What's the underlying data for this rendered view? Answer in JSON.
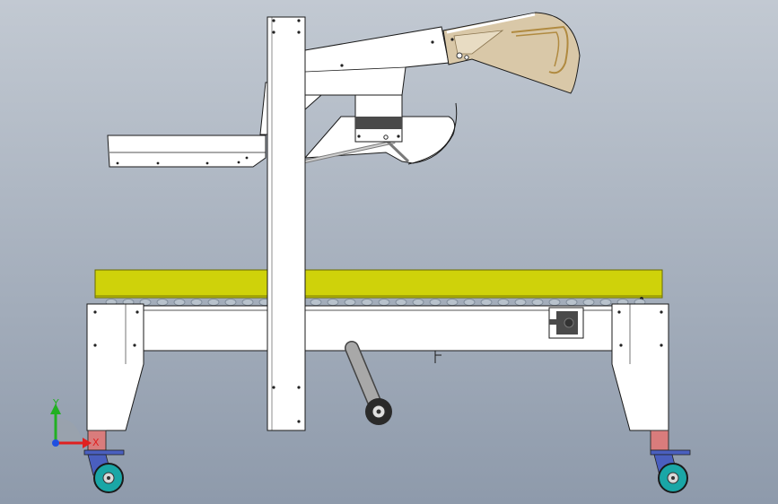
{
  "viewport": {
    "background_top": "#c2c9d2",
    "background_bottom": "#8e9aab"
  },
  "model": {
    "parts": [
      "top-flap-folder",
      "upper-arm",
      "drive-box",
      "left-guide-tray",
      "center-column",
      "lower-guide-shoe",
      "conveyor-belt",
      "roller-row",
      "base-crossbeam",
      "left-leg",
      "right-leg",
      "motor-box",
      "swing-arm",
      "lower-wheel",
      "caster-left",
      "caster-right"
    ],
    "colors": {
      "frame": "#ffffff",
      "frame_stroke": "#1a1a1a",
      "belt": "#cfd20a",
      "folder_fill": "#d9c8a8",
      "drive_dark": "#4a4a4a",
      "caster_wheel": "#1aa6a6",
      "caster_bracket": "#4a5fbf",
      "caster_post": "#d97c7c",
      "arm_grey": "#9a9a9a"
    }
  },
  "triad": {
    "y_label": "Y",
    "x_label": "X",
    "y_color": "#22b022",
    "x_color": "#e02020",
    "z_color": "#2050e0"
  }
}
